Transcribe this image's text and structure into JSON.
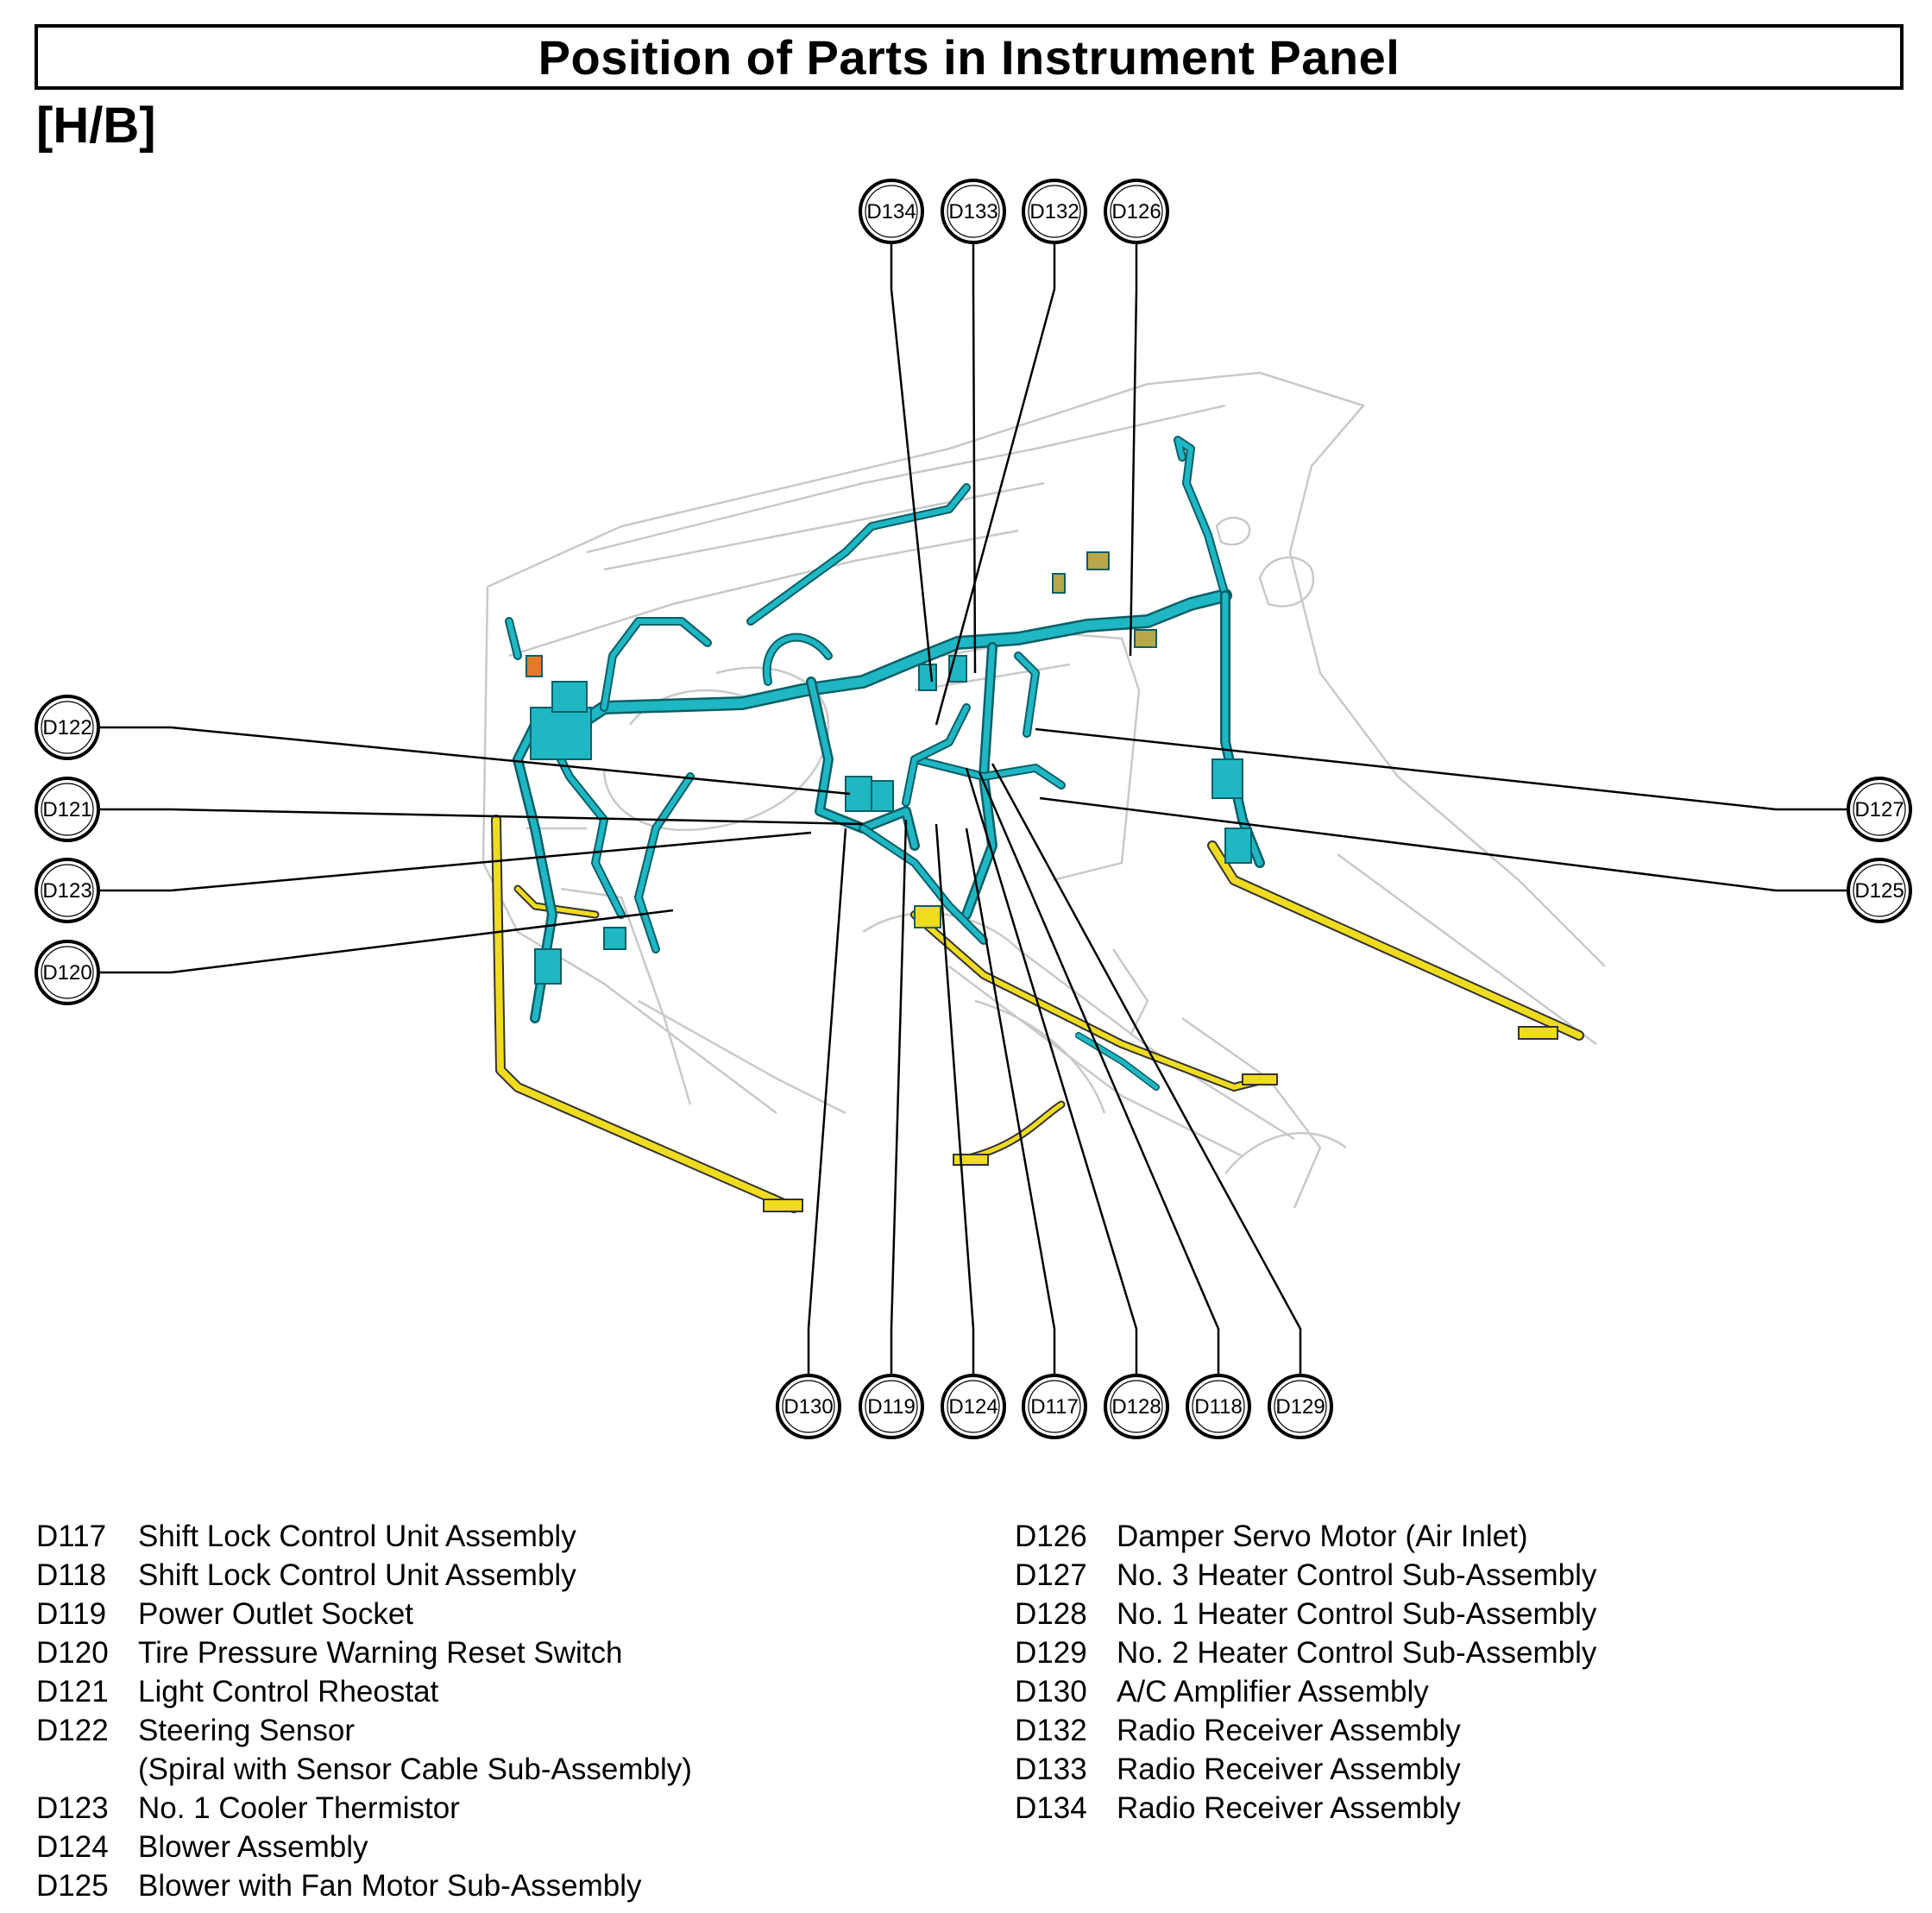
{
  "title": "Position of Parts in Instrument Panel",
  "section": "[H/B]",
  "colors": {
    "harness_main": "#1fb7c3",
    "harness_dark": "#0b5f67",
    "harness_floor": "#f0dc1f",
    "outline": "#000000"
  },
  "callouts_top": [
    "D134",
    "D133",
    "D132",
    "D126"
  ],
  "callouts_left": [
    "D122",
    "D121",
    "D123",
    "D120"
  ],
  "callouts_right": [
    "D127",
    "D125"
  ],
  "callouts_bottom": [
    "D130",
    "D119",
    "D124",
    "D117",
    "D128",
    "D118",
    "D129"
  ],
  "legend_left": [
    {
      "code": "D117",
      "name": "Shift Lock Control Unit Assembly"
    },
    {
      "code": "D118",
      "name": "Shift Lock Control Unit Assembly"
    },
    {
      "code": "D119",
      "name": "Power Outlet Socket"
    },
    {
      "code": "D120",
      "name": "Tire Pressure Warning Reset Switch"
    },
    {
      "code": "D121",
      "name": "Light Control Rheostat"
    },
    {
      "code": "D122",
      "name": "Steering Sensor"
    },
    {
      "code": "",
      "name": "(Spiral with Sensor Cable Sub-Assembly)"
    },
    {
      "code": "D123",
      "name": "No. 1 Cooler Thermistor"
    },
    {
      "code": "D124",
      "name": "Blower Assembly"
    },
    {
      "code": "D125",
      "name": "Blower with Fan Motor Sub-Assembly"
    }
  ],
  "legend_right": [
    {
      "code": "D126",
      "name": "Damper Servo Motor (Air Inlet)"
    },
    {
      "code": "D127",
      "name": "No. 3 Heater Control Sub-Assembly"
    },
    {
      "code": "D128",
      "name": "No. 1 Heater Control Sub-Assembly"
    },
    {
      "code": "D129",
      "name": "No. 2 Heater Control Sub-Assembly"
    },
    {
      "code": "D130",
      "name": "A/C Amplifier Assembly"
    },
    {
      "code": "D132",
      "name": "Radio Receiver Assembly"
    },
    {
      "code": "D133",
      "name": "Radio Receiver Assembly"
    },
    {
      "code": "D134",
      "name": "Radio Receiver Assembly"
    }
  ]
}
